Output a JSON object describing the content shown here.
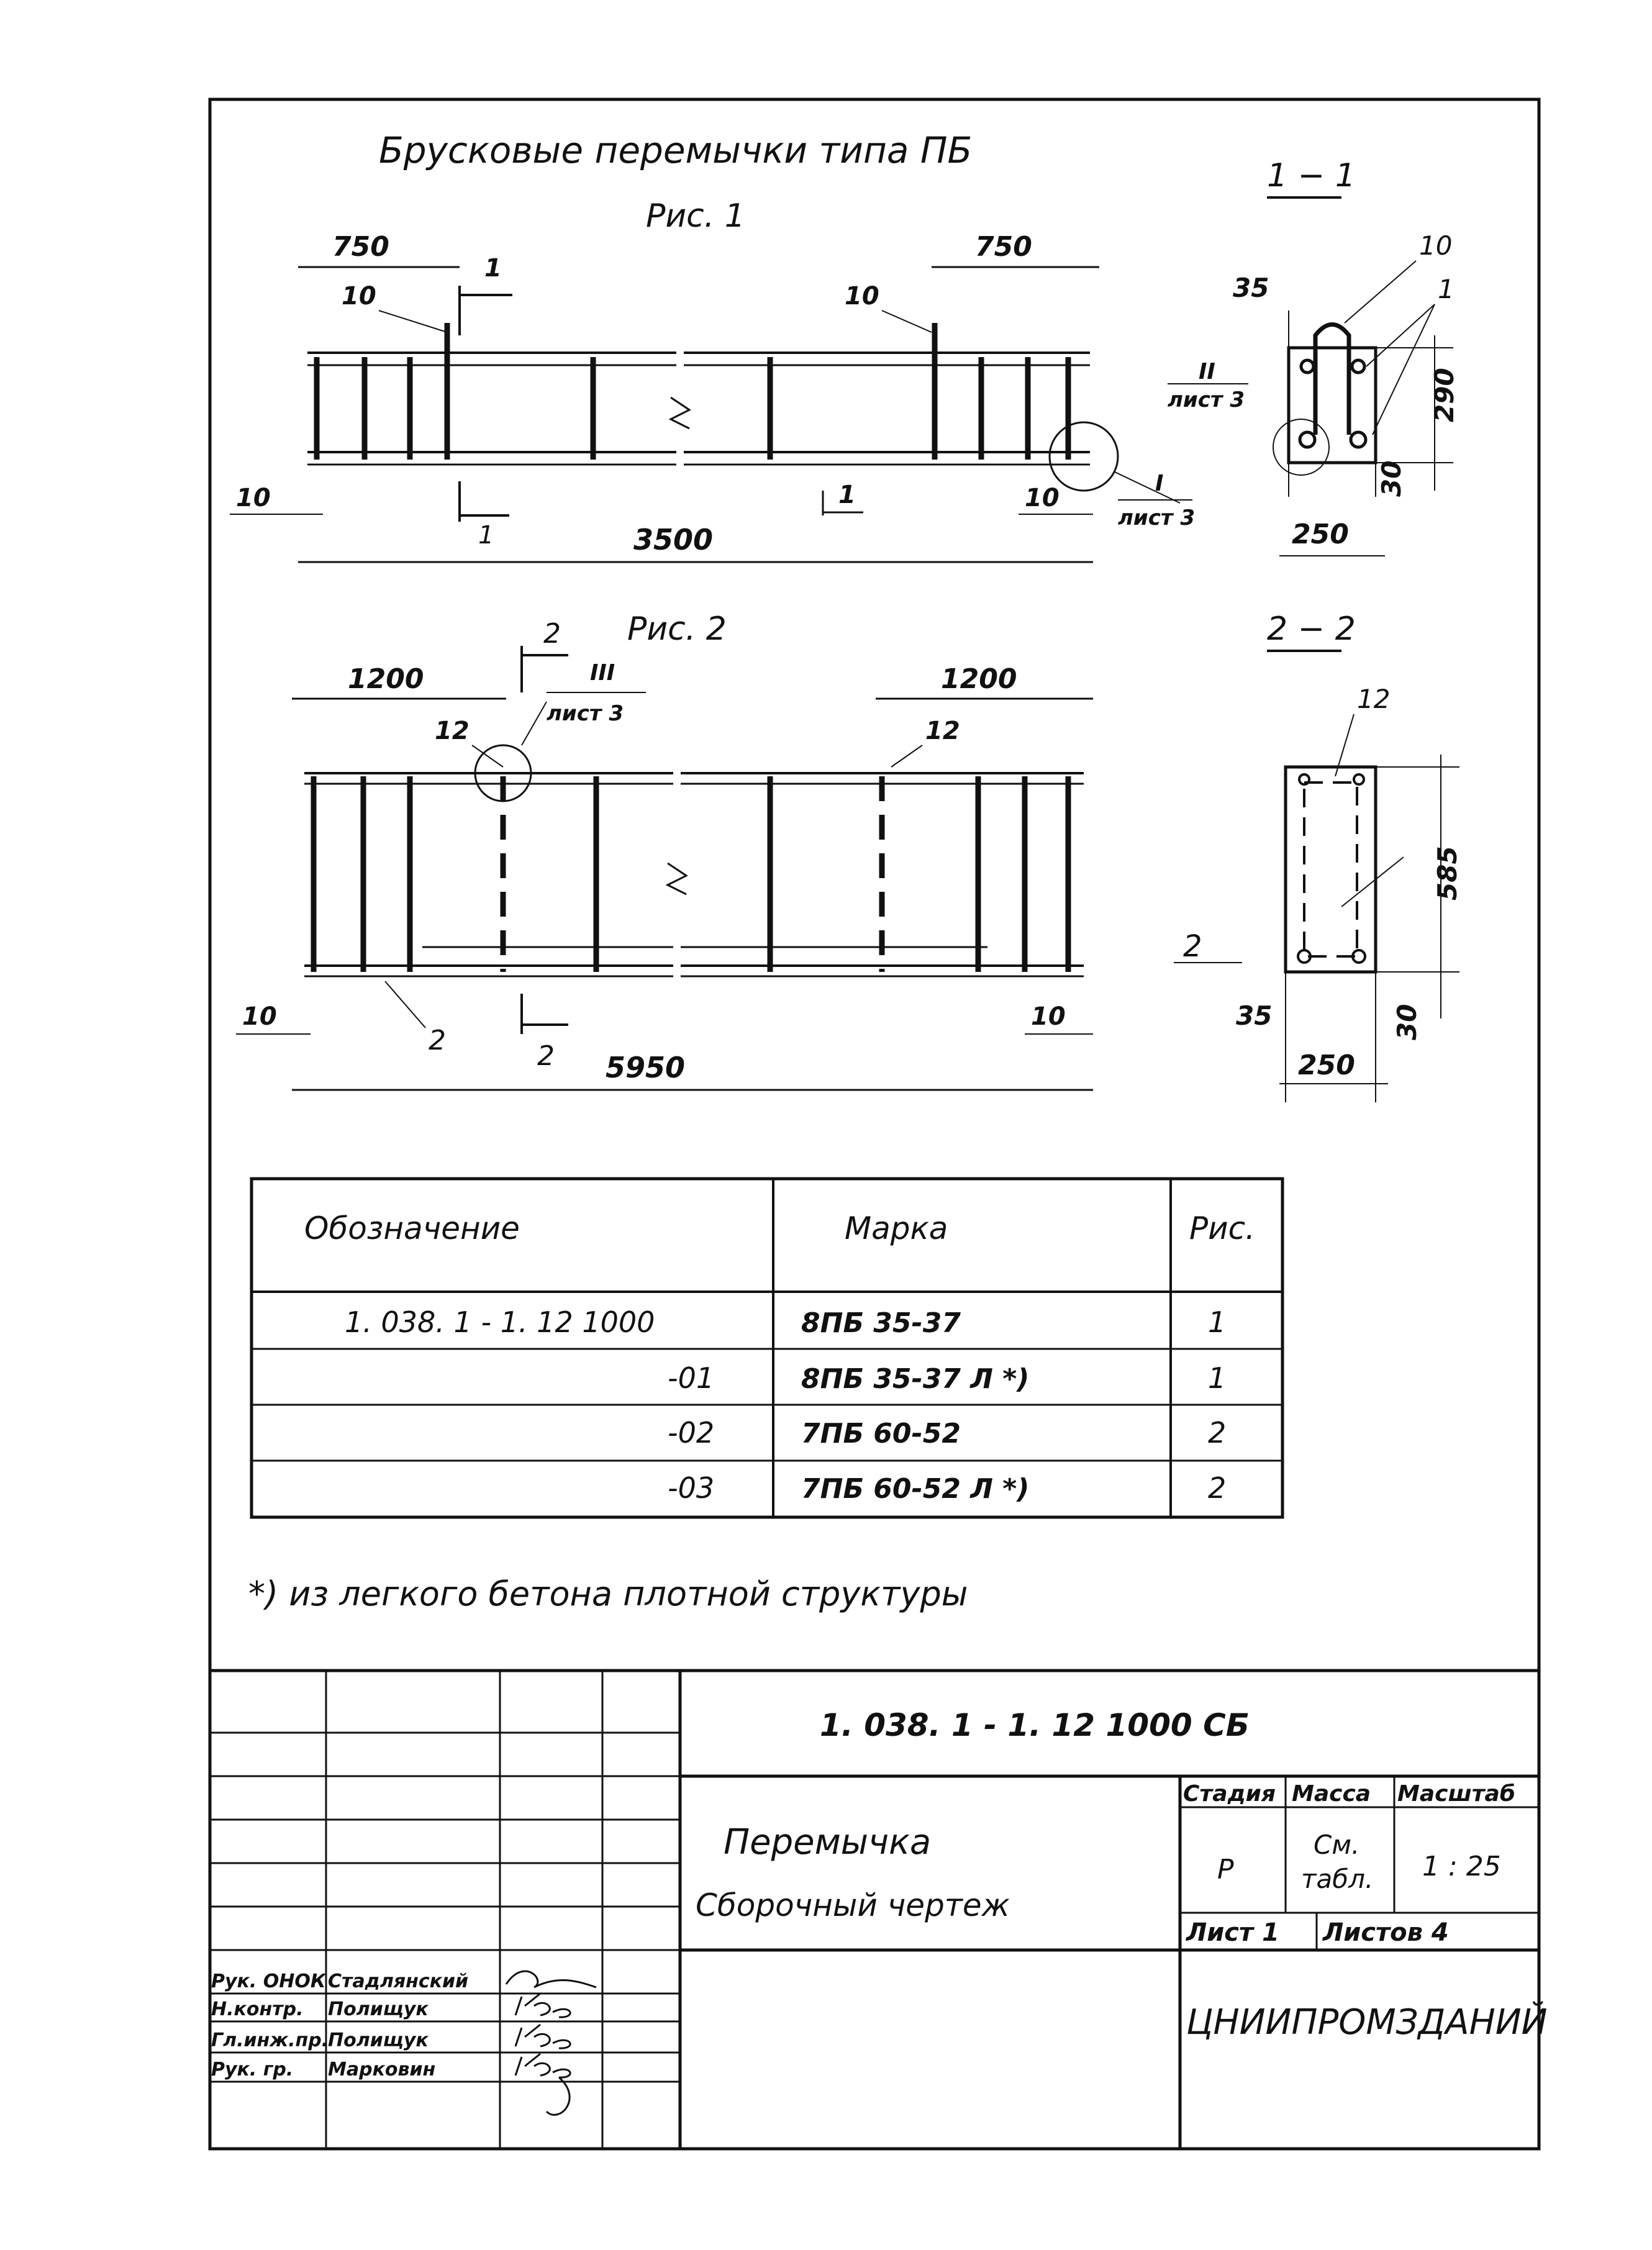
{
  "title": "Брусковые перемычки типа ПБ",
  "fig1": {
    "caption": "Рис. 1",
    "dim_left": "750",
    "dim_right": "750",
    "pos_left": "10",
    "pos_right": "10",
    "section_mark_top": "1",
    "section_mark_bottom": "1",
    "section_mark_mid": "1",
    "edge_left": "10",
    "edge_right": "10",
    "total_length": "3500",
    "callout_I_num": "I",
    "callout_I_sheet": "лист 3",
    "callout_II_num": "II",
    "callout_II_sheet": "лист 3"
  },
  "section11": {
    "title": "1 − 1",
    "dim_top": "35",
    "pos_10": "10",
    "pos_1": "1",
    "height": "290",
    "bottom": "30",
    "width": "250"
  },
  "fig2": {
    "caption": "Рис. 2",
    "dim_left": "1200",
    "dim_right": "1200",
    "pos_left": "12",
    "pos_right": "12",
    "section_mark_top": "2",
    "section_mark_bottom": "2",
    "pos_bottom": "2",
    "edge_left": "10",
    "edge_right": "10",
    "total_length": "5950",
    "callout_III_num": "III",
    "callout_III_sheet": "лист 3"
  },
  "section22": {
    "title": "2 − 2",
    "pos_12": "12",
    "height": "585",
    "pos_2": "2",
    "dim_35": "35",
    "bottom": "30",
    "width": "250"
  },
  "spec_table": {
    "headers": [
      "Обозначение",
      "Марка",
      "Рис."
    ],
    "rows": [
      {
        "code": "1. 038. 1 - 1. 12  1000",
        "mark": "8ПБ 35-37",
        "fig": "1"
      },
      {
        "code": "-01",
        "mark": "8ПБ 35-37 Л *)",
        "fig": "1"
      },
      {
        "code": "-02",
        "mark": "7ПБ 60-52",
        "fig": "2"
      },
      {
        "code": "-03",
        "mark": "7ПБ 60-52 Л *)",
        "fig": "2"
      }
    ]
  },
  "footnote": "*) из  легкого   бетона   плотной   структуры",
  "title_block": {
    "doc_code": "1. 038. 1 - 1. 12  1000  СБ",
    "name_line1": "Перемычка",
    "name_line2": "Сборочный   чертеж",
    "stage_label": "Стадия",
    "mass_label": "Масса",
    "scale_label": "Масштаб",
    "stage": "Р",
    "mass_line1": "См.",
    "mass_line2": "табл.",
    "scale": "1 : 25",
    "sheet": "Лист  1",
    "sheets": "Листов  4",
    "organization": "ЦНИИПРОМЗДАНИЙ",
    "signers": [
      {
        "role": "Рук. ОНОК",
        "name": "Стадлянский"
      },
      {
        "role": "Н.контр.",
        "name": "Полищук"
      },
      {
        "role": "Гл.инж.пр.",
        "name": "Полищук"
      },
      {
        "role": "Рук. гр.",
        "name": "Марковин"
      }
    ]
  }
}
